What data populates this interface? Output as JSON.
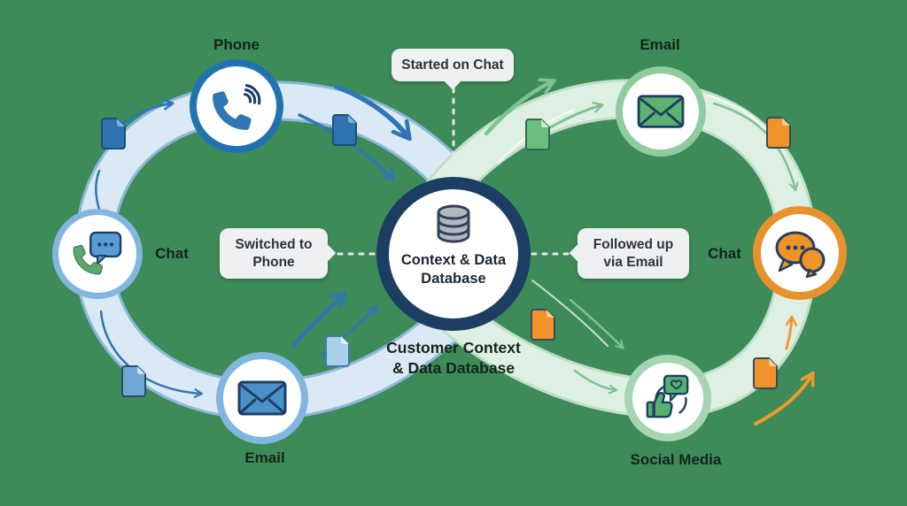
{
  "center_node": {
    "icon": "database-icon",
    "label_line1": "Context & Data",
    "label_line2": "Database",
    "caption_line1": "Customer Context",
    "caption_line2": "& Data Database"
  },
  "callouts": {
    "started_on_chat": {
      "text": "Started on Chat"
    },
    "switched_to_phone": {
      "line1": "Switched to",
      "line2": "Phone"
    },
    "followed_up_via_email": {
      "line1": "Followed up",
      "line2": "via Email"
    }
  },
  "left_loop": {
    "nodes": {
      "phone": {
        "label": "Phone",
        "icon": "phone-icon"
      },
      "chat": {
        "label": "Chat",
        "icon": "chat-phone-icon"
      },
      "email": {
        "label": "Email",
        "icon": "envelope-icon"
      }
    }
  },
  "right_loop": {
    "nodes": {
      "email": {
        "label": "Email",
        "icon": "envelope-icon"
      },
      "chat": {
        "label": "Chat",
        "icon": "chat-bubbles-icon"
      },
      "social_media": {
        "label": "Social Media",
        "icon": "thumbs-up-heart-icon"
      }
    }
  },
  "colors": {
    "background_green": "#3d8b58",
    "left_ribbon_fill": "#dbe9f5",
    "left_ribbon_edge": "#8cb8dc",
    "right_ribbon_fill": "#def0e4",
    "right_ribbon_edge": "#bddfc8",
    "navy": "#1d3e63",
    "blue_accent": "#2e76b4",
    "green_accent": "#7cc391",
    "orange_accent": "#ef9a2e",
    "callout_bg": "#eef0f2",
    "database_gray": "#b3b8bf"
  }
}
